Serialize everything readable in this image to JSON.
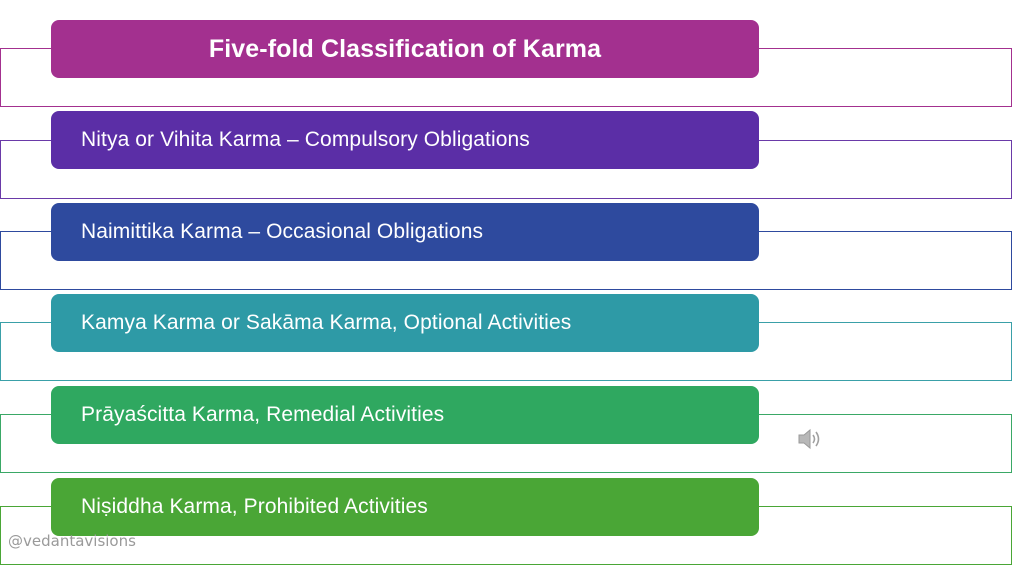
{
  "slide": {
    "title": "Five-fold Classification of Karma",
    "items": [
      {
        "label": "Nitya or Vihita Karma – Compulsory Obligations",
        "color": "#5b2ea6"
      },
      {
        "label": "Naimittika Karma – Occasional Obligations",
        "color": "#2e4a9e"
      },
      {
        "label": "Kamya Karma or Sakāma Karma, Optional Activities",
        "color": "#2e9aa6"
      },
      {
        "label": "Prāyaścitta Karma, Remedial Activities",
        "color": "#2fa860"
      },
      {
        "label": "Niṣiddha Karma, Prohibited Activities",
        "color": "#4aa636"
      }
    ],
    "title_color": "#a3308f",
    "watermark": "@vedantavisions"
  },
  "icons": {
    "speaker": "speaker-icon"
  }
}
